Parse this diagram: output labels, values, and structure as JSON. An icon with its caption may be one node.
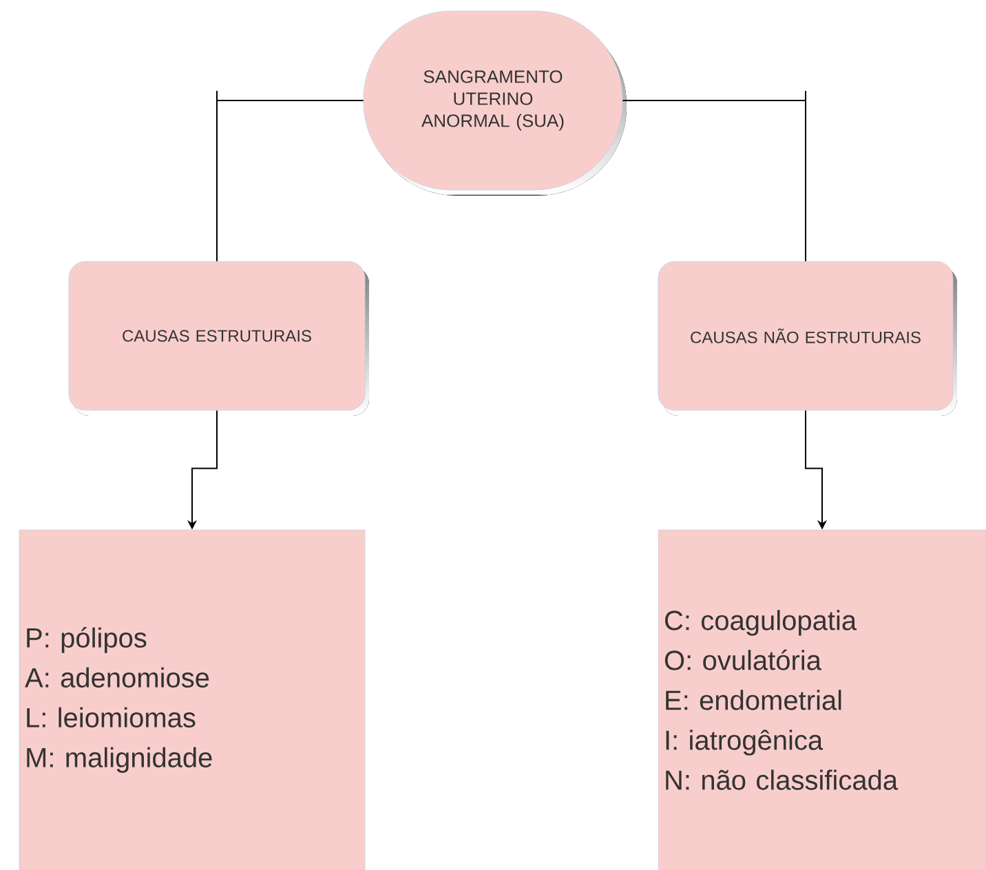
{
  "diagram": {
    "nodes": [
      {
        "text": [
          "SANGRAMENTO UTERINO ANORMAL (SUA)"
        ]
      },
      {
        "text": [
          "CAUSAS ESTRUTURAIS"
        ]
      },
      {
        "text": [
          "CAUSAS NÃO ESTRUTURAIS"
        ]
      },
      {
        "text": [
          "P: pólipos",
          "A: adenomiose",
          "L: leiomiomas",
          "M: malignidade"
        ]
      },
      {
        "text": [
          "C: coagulopatia",
          "O: ovulatória",
          "E: endometrial",
          "I: iatrogênica",
          "N: não classificada"
        ]
      }
    ],
    "edges": [
      {
        "from": 0,
        "to": 1,
        "arrow": "none"
      },
      {
        "from": 0,
        "to": 2,
        "arrow": "none"
      },
      {
        "from": 1,
        "to": 3,
        "arrow": "to"
      },
      {
        "from": 2,
        "to": 4,
        "arrow": "to"
      }
    ]
  }
}
